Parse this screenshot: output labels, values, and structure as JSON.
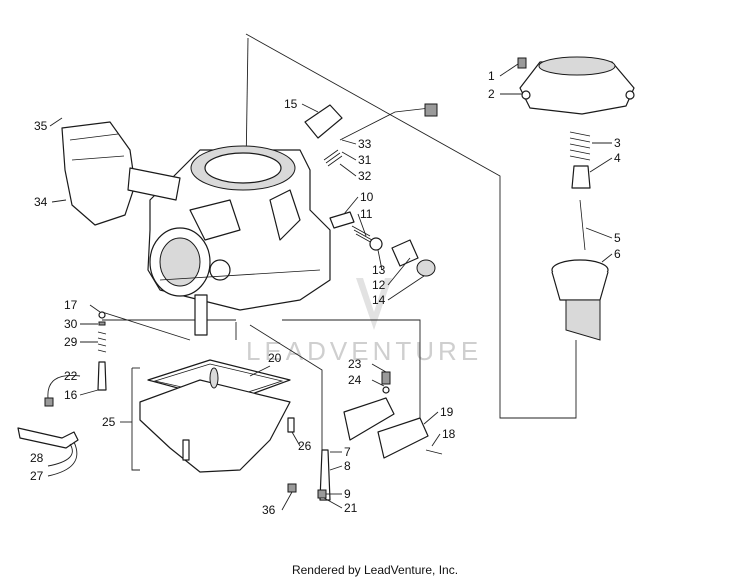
{
  "callouts": [
    {
      "id": "1",
      "label": "1"
    },
    {
      "id": "2",
      "label": "2"
    },
    {
      "id": "3",
      "label": "3"
    },
    {
      "id": "4",
      "label": "4"
    },
    {
      "id": "5",
      "label": "5"
    },
    {
      "id": "6",
      "label": "6"
    },
    {
      "id": "7",
      "label": "7"
    },
    {
      "id": "8",
      "label": "8"
    },
    {
      "id": "9",
      "label": "9"
    },
    {
      "id": "10",
      "label": "10"
    },
    {
      "id": "11",
      "label": "11"
    },
    {
      "id": "12",
      "label": "12"
    },
    {
      "id": "13",
      "label": "13"
    },
    {
      "id": "14",
      "label": "14"
    },
    {
      "id": "15",
      "label": "15"
    },
    {
      "id": "16",
      "label": "16"
    },
    {
      "id": "17",
      "label": "17"
    },
    {
      "id": "18",
      "label": "18"
    },
    {
      "id": "19",
      "label": "19"
    },
    {
      "id": "20",
      "label": "20"
    },
    {
      "id": "21",
      "label": "21"
    },
    {
      "id": "22",
      "label": "22"
    },
    {
      "id": "23",
      "label": "23"
    },
    {
      "id": "24",
      "label": "24"
    },
    {
      "id": "25",
      "label": "25"
    },
    {
      "id": "26",
      "label": "26"
    },
    {
      "id": "27",
      "label": "27"
    },
    {
      "id": "28",
      "label": "28"
    },
    {
      "id": "29",
      "label": "29"
    },
    {
      "id": "30",
      "label": "30"
    },
    {
      "id": "31",
      "label": "31"
    },
    {
      "id": "32",
      "label": "32"
    },
    {
      "id": "33",
      "label": "33"
    },
    {
      "id": "34",
      "label": "34"
    },
    {
      "id": "35",
      "label": "35"
    },
    {
      "id": "36",
      "label": "36"
    }
  ],
  "watermark": "LEADVENTURE",
  "footer": "Rendered by LeadVenture, Inc."
}
